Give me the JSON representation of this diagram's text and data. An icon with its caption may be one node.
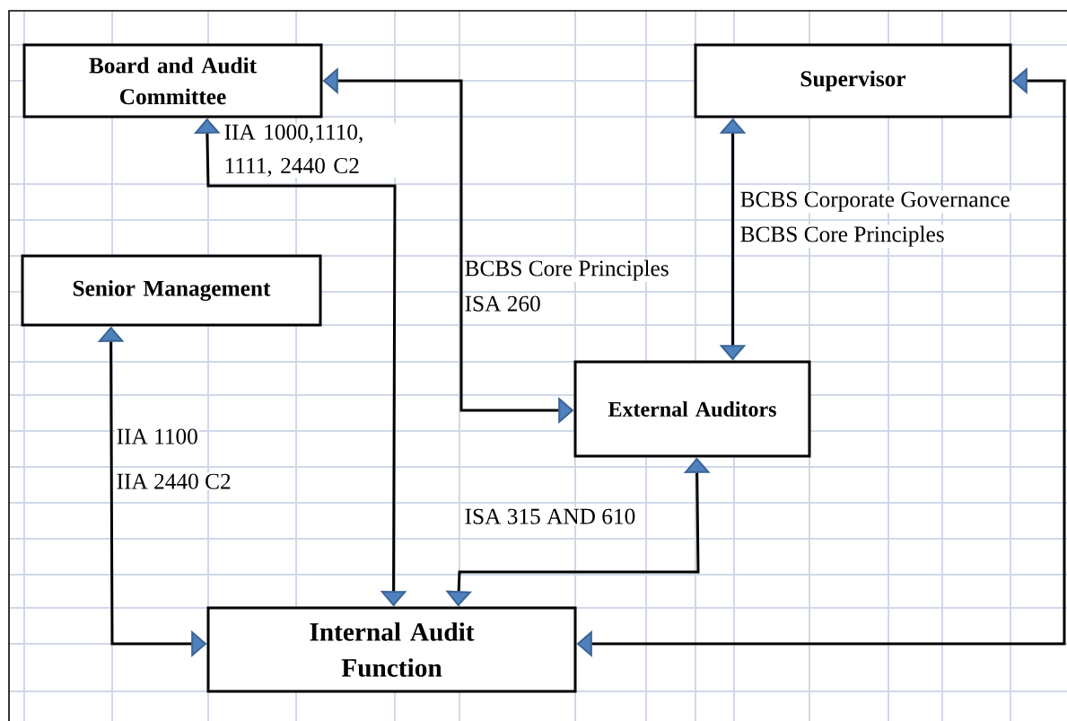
{
  "diagram": {
    "nodes": [
      {
        "text": [
          "Board and Audit Committee"
        ]
      },
      {
        "text": [
          "Supervisor"
        ]
      },
      {
        "text": [
          "Senior Management"
        ]
      },
      {
        "text": [
          "External Auditors"
        ]
      },
      {
        "text": [
          "Internal Audit Function"
        ]
      }
    ],
    "edges": [
      {
        "from": 0,
        "to": 4,
        "arrow": "both",
        "label": "IIA 1000,1110, 1111, 2440 C2"
      },
      {
        "from": 0,
        "to": 3,
        "arrow": "both",
        "label": "BCBS Core Principles"
      },
      {
        "from": 1,
        "to": 3,
        "arrow": "both",
        "label": "BCBS Corporate Governance"
      },
      {
        "from": 2,
        "to": 4,
        "arrow": "both",
        "label": "IIA 1100"
      },
      {
        "from": 1,
        "to": 4,
        "arrow": "both"
      },
      {
        "from": 3,
        "to": 4,
        "arrow": "both",
        "label": "ISA 315 AND 610"
      }
    ],
    "labels": [
      "ISA 260",
      "BCBS Core Principles",
      "IIA 2440 C2"
    ]
  }
}
